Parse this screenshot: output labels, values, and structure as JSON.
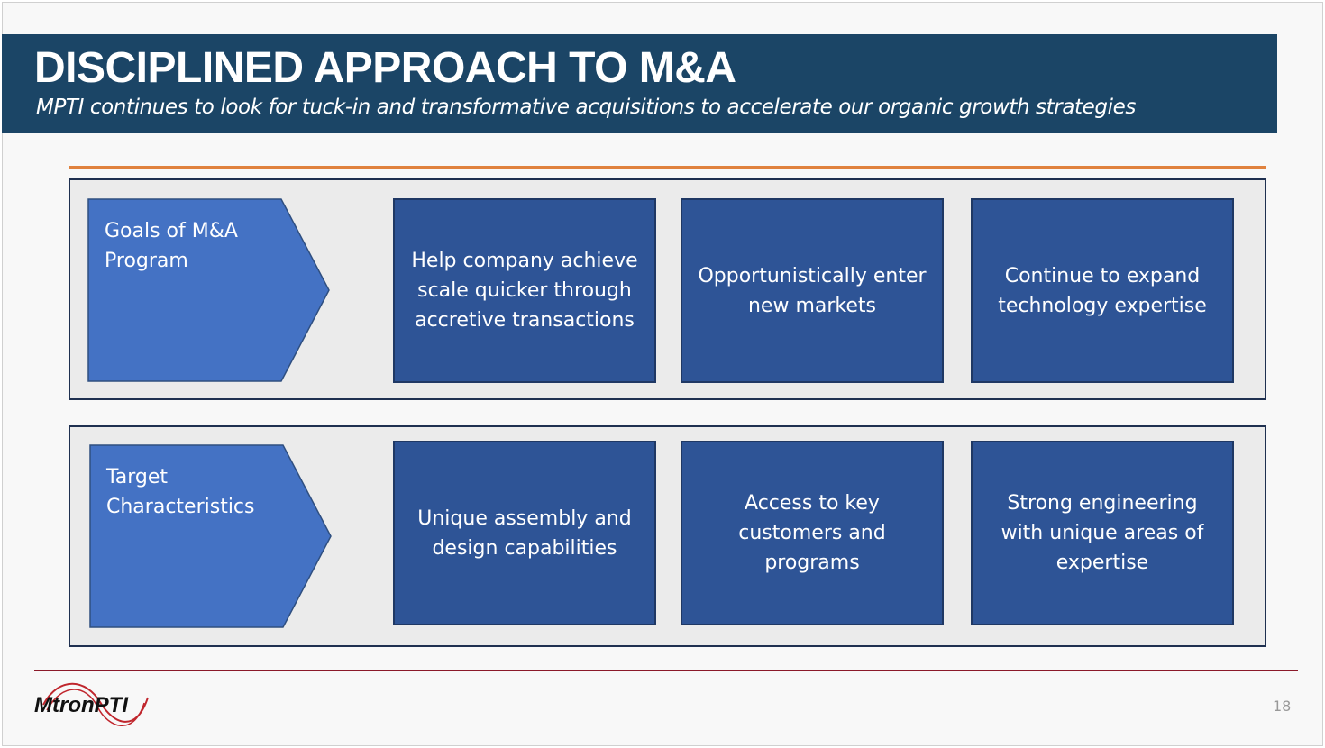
{
  "header": {
    "title": "DISCIPLINED APPROACH TO M&A",
    "subtitle": "MPTI continues to look for tuck-in and transformative acquisitions to accelerate our organic growth strategies"
  },
  "rows": [
    {
      "label": "Goals of M&A Program",
      "items": [
        "Help company achieve scale quicker through accretive transactions",
        "Opportunistically enter new markets",
        "Continue to expand technology expertise"
      ]
    },
    {
      "label": "Target Characteristics",
      "items": [
        "Unique assembly and design capabilities",
        "Access to key customers and programs",
        "Strong engineering with unique areas of expertise"
      ]
    }
  ],
  "footer": {
    "logo": "MtronPTI",
    "page": "18"
  },
  "colors": {
    "header": "#1b4566",
    "box": "#2e5496",
    "chevron": "#4472c4",
    "accent": "#e0823e"
  }
}
